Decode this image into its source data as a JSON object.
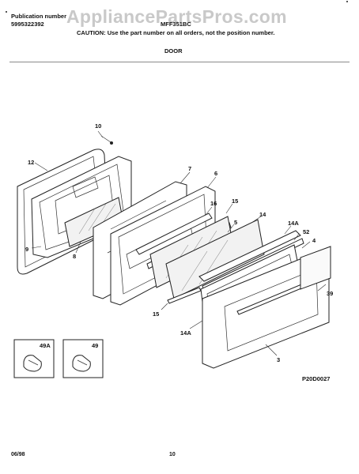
{
  "header": {
    "publication_label": "Publication number",
    "publication_number": "5995322392",
    "model": "MFF351BC",
    "caution": "CAUTION:  Use the part number on all orders, not the position number.",
    "section_title": "DOOR"
  },
  "watermark": "AppliancePartsPros.com",
  "callouts": {
    "c10": "10",
    "c12": "12",
    "c7": "7",
    "c6": "6",
    "c16": "16",
    "c15a": "15",
    "c14": "14",
    "c14a_top": "14A",
    "c52": "52",
    "c5": "5",
    "c4": "4",
    "c9": "9",
    "c8": "8",
    "c39": "39",
    "c15b": "15",
    "c14a_bottom": "14A",
    "c3": "3"
  },
  "insets": [
    {
      "label": "49A"
    },
    {
      "label": "49"
    }
  ],
  "diagram_code": "P20D0027",
  "footer": {
    "date": "06/98",
    "page": "10"
  }
}
